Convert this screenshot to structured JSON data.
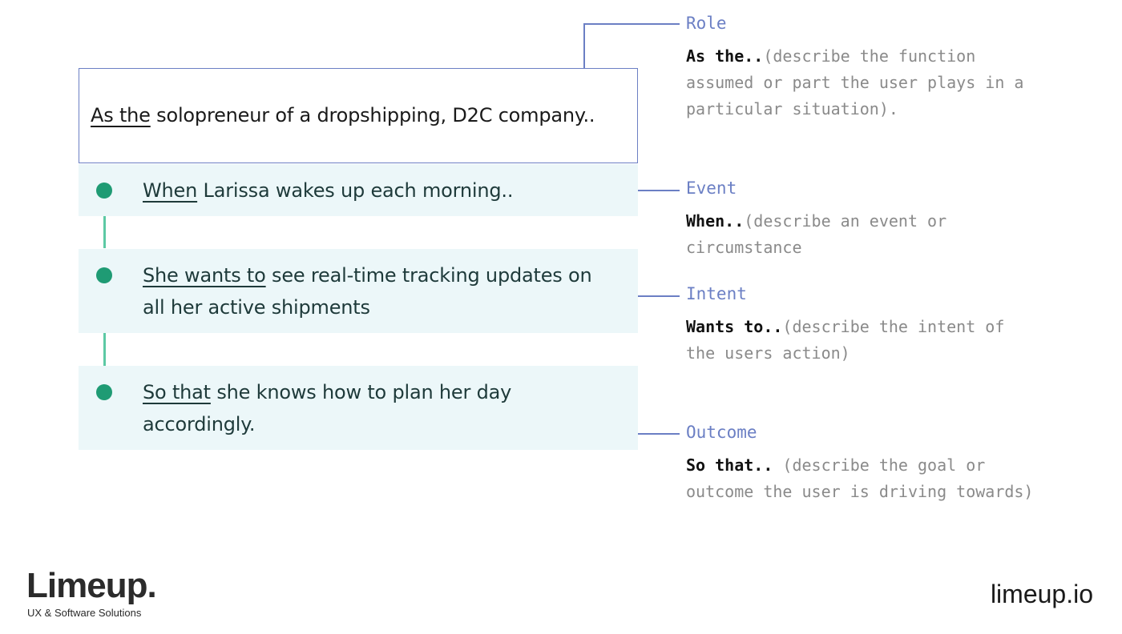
{
  "story": {
    "role": {
      "keyword": "As the",
      "text": " solopreneur of a dropshipping, D2C company.."
    },
    "event": {
      "keyword": "When",
      "text": " Larissa wakes up each morning.."
    },
    "intent": {
      "keyword": "She wants to",
      "text": " see real-time tracking updates on all her active shipments"
    },
    "outcome": {
      "keyword": "So that",
      "text": " she knows how to plan her day accordingly."
    }
  },
  "annotations": {
    "role": {
      "label": "Role",
      "lead": "As the..",
      "desc": "(describe the function assumed or part the user plays in a particular situation)."
    },
    "event": {
      "label": "Event",
      "lead": "When..",
      "desc": "(describe an event or circumstance"
    },
    "intent": {
      "label": "Intent",
      "lead": "Wants to..",
      "desc": "(describe the intent of the users action)"
    },
    "outcome": {
      "label": "Outcome",
      "lead": "So that..",
      "desc": " (describe the goal or outcome the user is driving towards)"
    }
  },
  "branding": {
    "logo_word": "Limeup.",
    "logo_tagline": "UX & Software Solutions",
    "site": "limeup.io"
  },
  "colors": {
    "accent_blue": "#6b7fc4",
    "step_bg": "#ecf7f9",
    "dot_green": "#1f9b74",
    "line_green": "#5cc9a4"
  }
}
